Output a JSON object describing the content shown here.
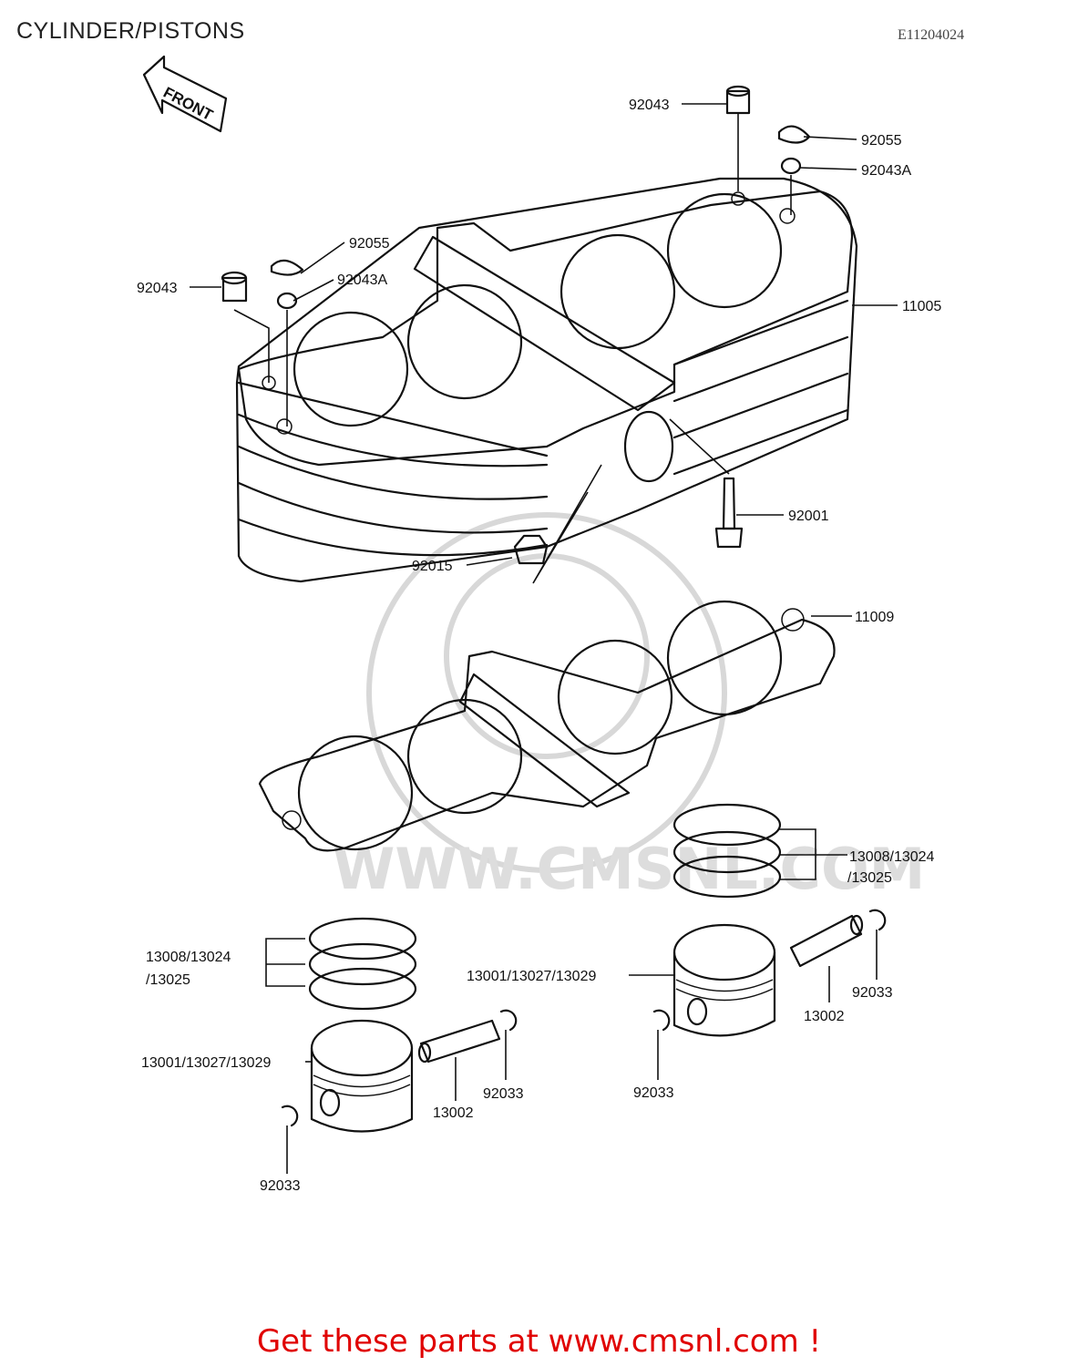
{
  "page": {
    "title": "CYLINDER/PISTONS",
    "diagram_code": "E11204024",
    "footer_text": "Get these parts at www.cmsnl.com !",
    "watermark_text": "WWW.CMSNL.COM",
    "accent_color": "#e00000"
  },
  "front_arrow": {
    "label": "FRONT"
  },
  "callouts": {
    "c92043_top": "92043",
    "c92055_right": "92055",
    "c92043a_right": "92043A",
    "c92055_left": "92055",
    "c92043a_left": "92043A",
    "c92043_left": "92043",
    "c11005": "11005",
    "c92001": "92001",
    "c92015": "92015",
    "c11009": "11009",
    "c_rings_right_1": "13008/13024",
    "c_rings_right_2": "/13025",
    "c_rings_left_1": "13008/13024",
    "c_rings_left_2": "/13025",
    "c_piston_right": "13001/13027/13029",
    "c_piston_left": "13001/13027/13029",
    "c13002_right": "13002",
    "c13002_left": "13002",
    "c92033_r1": "92033",
    "c92033_r2": "92033",
    "c92033_l1": "92033",
    "c92033_l2": "92033"
  }
}
